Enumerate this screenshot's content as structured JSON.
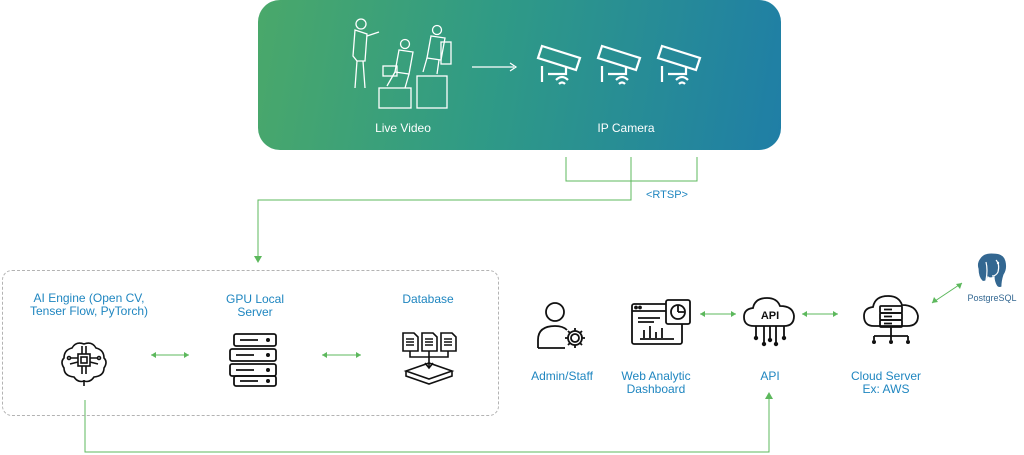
{
  "top_panel": {
    "live_video_label": "Live Video",
    "ip_camera_label": "IP Camera"
  },
  "rtsp_label": "<RTSP>",
  "local_server": {
    "ai_engine_label_line1": "AI Engine (Open CV,",
    "ai_engine_label_line2": "Tenser Flow, PyTorch)",
    "gpu_label_line1": "GPU Local",
    "gpu_label_line2": "Server",
    "database_label": "Database"
  },
  "right_side": {
    "admin_label": "Admin/Staff",
    "dashboard_label_line1": "Web Analytic",
    "dashboard_label_line2": "Dashboard",
    "api_label": "API",
    "api_icon_text": "API",
    "cloud_label_line1": "Cloud Server",
    "cloud_label_line2": "Ex: AWS",
    "postgres_label": "PostgreSQL"
  },
  "colors": {
    "connector": "#5cb85c",
    "label_blue": "#1f86c0",
    "panel_start": "#4aa86a",
    "panel_end": "#1f7ea6"
  }
}
